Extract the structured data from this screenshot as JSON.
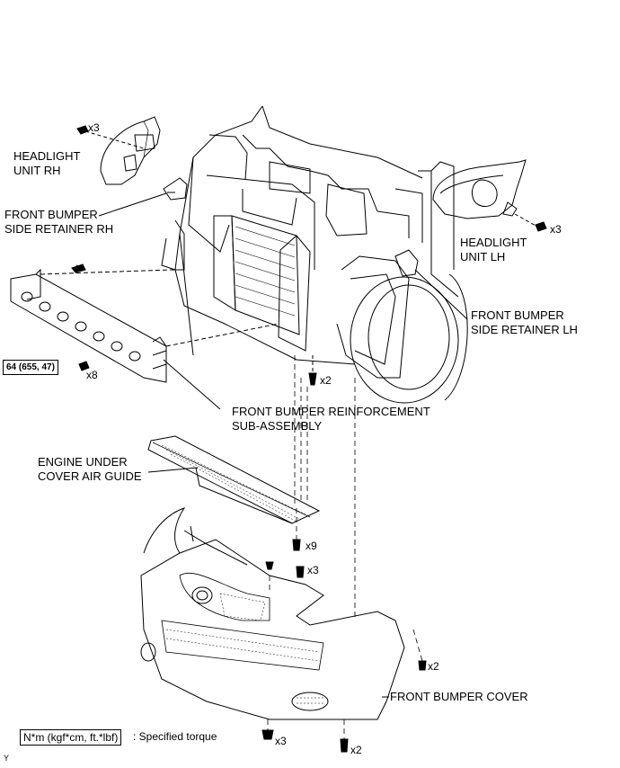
{
  "labels": {
    "headlight_rh": [
      "HEADLIGHT",
      "UNIT RH"
    ],
    "headlight_lh": [
      "HEADLIGHT",
      "UNIT LH"
    ],
    "retainer_rh": [
      "FRONT BUMPER",
      "SIDE RETAINER RH"
    ],
    "retainer_lh": [
      "FRONT BUMPER",
      "SIDE RETAINER LH"
    ],
    "reinforcement": [
      "FRONT BUMPER REINFORCEMENT",
      "SUB-ASSEMBLY"
    ],
    "air_guide": [
      "ENGINE UNDER",
      "COVER AIR GUIDE"
    ],
    "bumper_cover": "FRONT BUMPER COVER"
  },
  "quantities": {
    "headlight_rh_bolts": "x3",
    "headlight_lh_bolts": "x3",
    "reinforcement_bolts": "x8",
    "retainer_lh_bolts": "x2",
    "air_guide_clips": "x9",
    "cover_top_bolts": "x3",
    "cover_side_screws": "x2",
    "cover_bottom_clips": "x3",
    "cover_bottom_screws": "x2"
  },
  "torque": {
    "reinforcement": "64 (655, 47)"
  },
  "legend": {
    "box": "N*m (kgf*cm, ft.*lbf)",
    "text": ": Specified torque"
  },
  "corner_ref": "Y"
}
